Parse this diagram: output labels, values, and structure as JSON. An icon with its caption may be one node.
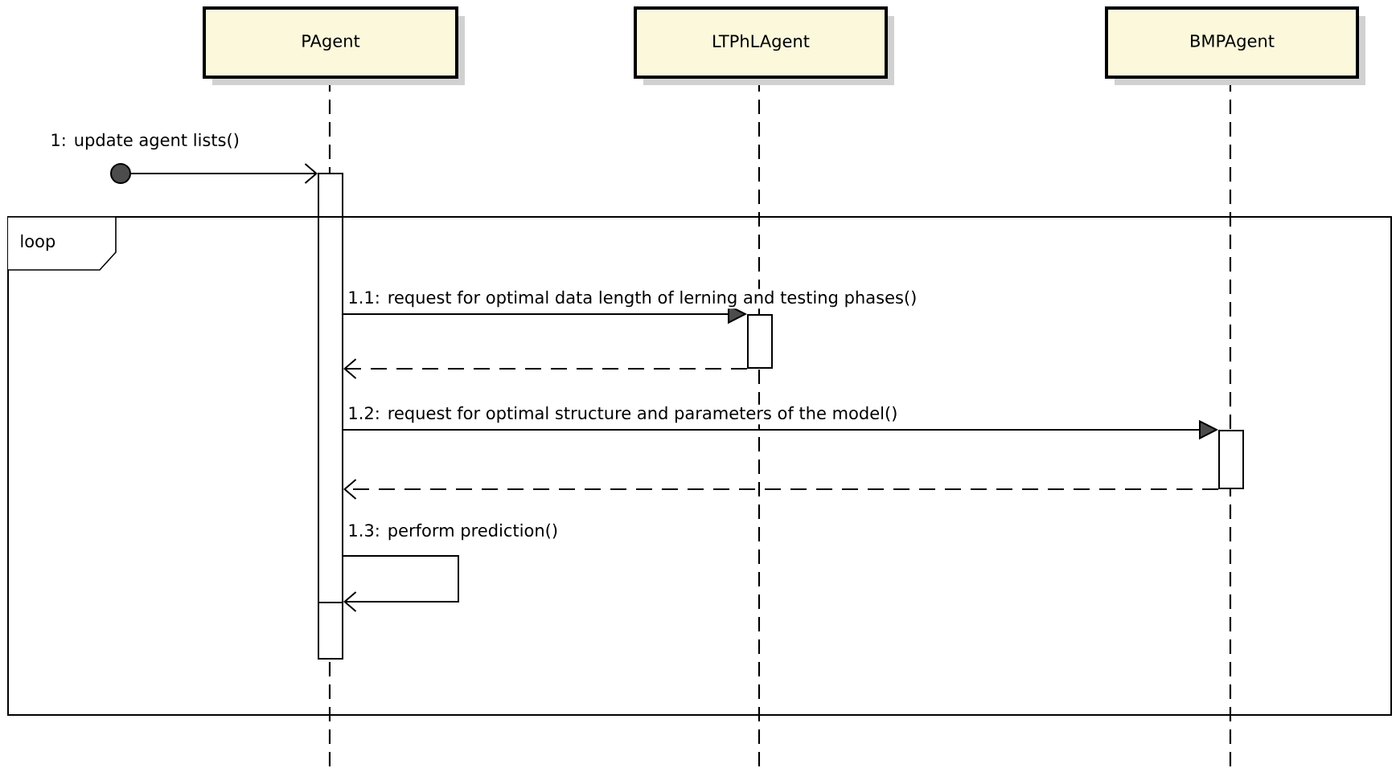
{
  "diagram": {
    "nodes": [
      {
        "text": [
          "PAgent"
        ]
      },
      {
        "text": [
          "LTPhLAgent"
        ]
      },
      {
        "text": [
          "BMPAgent"
        ]
      },
      {
        "text": [],
        "shape": "circle"
      },
      {
        "text": [],
        "shape": "bar"
      },
      {
        "text": [],
        "shape": "bar",
        "in": 7
      },
      {
        "text": [],
        "shape": "bar",
        "in": 7
      },
      {
        "text": [
          "loop"
        ]
      },
      {
        "text": [],
        "shape": "bar",
        "in": 7
      }
    ],
    "edges": [
      {
        "from": 3,
        "to": 4,
        "arrow": "to",
        "label": "1: update agent lists()"
      },
      {
        "from": 4,
        "to": 5,
        "arrow": "to",
        "label": "1.1: request for optimal data length of lerning and testing phases()"
      },
      {
        "from": 5,
        "to": 4,
        "arrow": "to",
        "style": "dashed"
      },
      {
        "from": 4,
        "to": 6,
        "arrow": "to",
        "label": "1.2: request for optimal structure and parameters of the model()"
      },
      {
        "from": 6,
        "to": 4,
        "arrow": "to",
        "style": "dashed"
      },
      {
        "from": 4,
        "to": 8,
        "arrow": "to",
        "label": "1.3: perform prediction()"
      }
    ]
  }
}
